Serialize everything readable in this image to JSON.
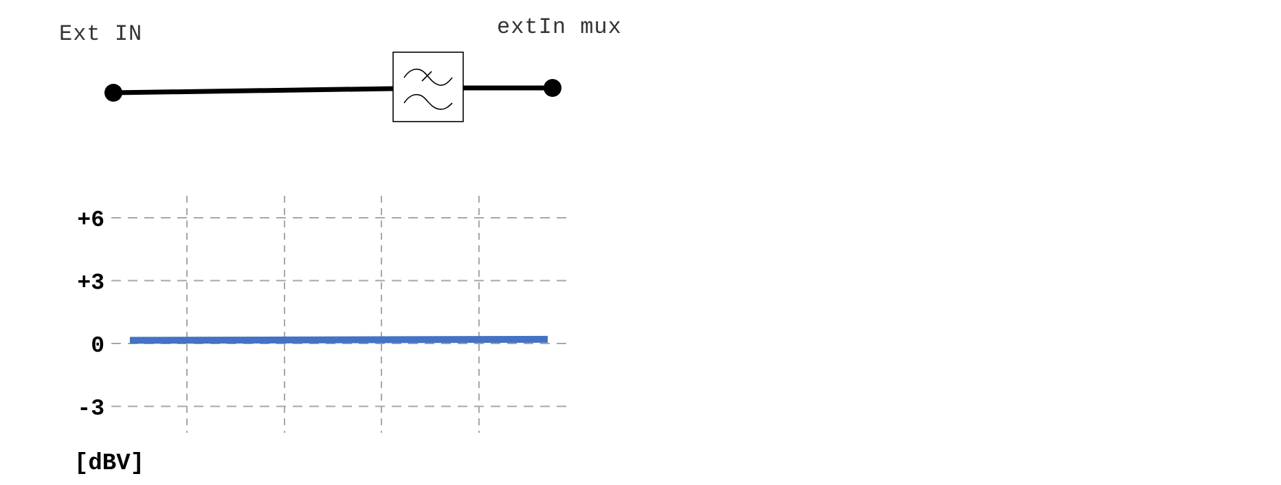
{
  "diagram": {
    "input_label": "Ext IN",
    "output_label": "extIn mux",
    "block_icon": "lowpass-filter-icon"
  },
  "chart_data": {
    "type": "line",
    "y_ticks": [
      "+6",
      "+3",
      "0",
      "-3"
    ],
    "y_tick_values": [
      6,
      3,
      0,
      -3
    ],
    "y_unit": "[dBV]",
    "ylim": [
      -4,
      7
    ],
    "x": [
      0,
      1
    ],
    "series": [
      {
        "values": [
          0.15,
          0.2
        ],
        "color": "#4472c4"
      }
    ],
    "grid": true
  },
  "colors": {
    "line": "#000000",
    "grid": "#a6a6a6",
    "series": "#4472c4"
  }
}
